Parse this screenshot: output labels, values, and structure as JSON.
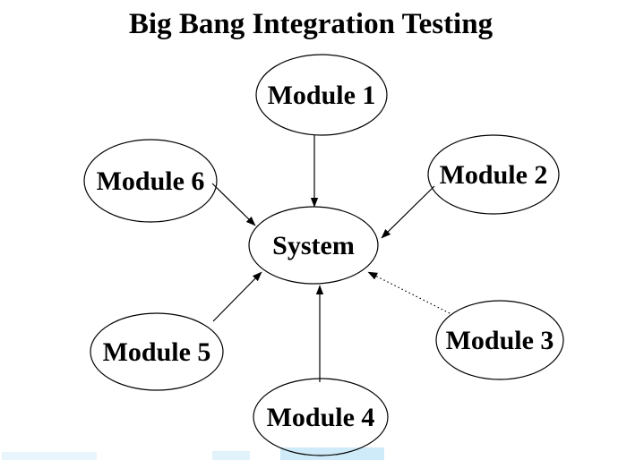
{
  "title": "Big Bang Integration Testing",
  "diagram": {
    "type": "hub-and-spoke",
    "center": {
      "label": "System"
    },
    "modules": [
      {
        "label": "Module 1",
        "position": "top",
        "connector": "solid-arrow"
      },
      {
        "label": "Module 2",
        "position": "upper-right",
        "connector": "solid-arrow"
      },
      {
        "label": "Module 3",
        "position": "lower-right",
        "connector": "dotted-arrow"
      },
      {
        "label": "Module 4",
        "position": "bottom",
        "connector": "solid-arrow"
      },
      {
        "label": "Module 5",
        "position": "lower-left",
        "connector": "solid-arrow"
      },
      {
        "label": "Module 6",
        "position": "upper-left",
        "connector": "solid-arrow"
      }
    ],
    "colors": {
      "line": "#000000",
      "text": "#000000",
      "background": "#ffffff",
      "bottom_highlight": "#cfeaf8"
    }
  }
}
